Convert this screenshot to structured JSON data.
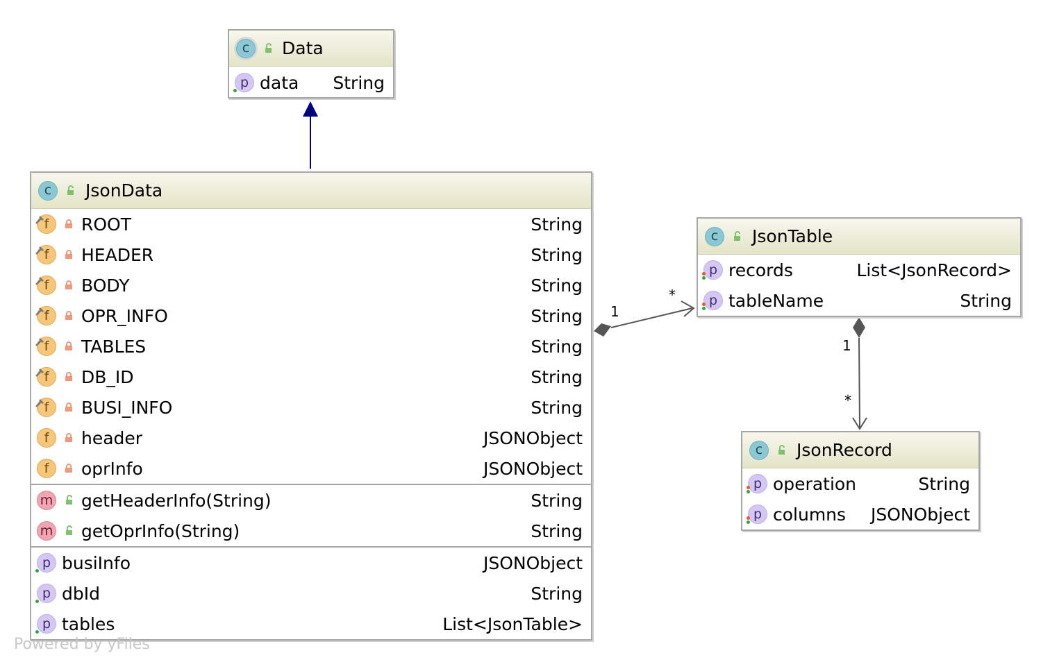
{
  "classes": {
    "data": {
      "name": "Data",
      "properties": [
        {
          "name": "data",
          "type": "String"
        }
      ]
    },
    "json_data": {
      "name": "JsonData",
      "fields": [
        {
          "name": "ROOT",
          "type": "String"
        },
        {
          "name": "HEADER",
          "type": "String"
        },
        {
          "name": "BODY",
          "type": "String"
        },
        {
          "name": "OPR_INFO",
          "type": "String"
        },
        {
          "name": "TABLES",
          "type": "String"
        },
        {
          "name": "DB_ID",
          "type": "String"
        },
        {
          "name": "BUSI_INFO",
          "type": "String"
        },
        {
          "name": "header",
          "type": "JSONObject"
        },
        {
          "name": "oprInfo",
          "type": "JSONObject"
        }
      ],
      "methods": [
        {
          "name": "getHeaderInfo(String)",
          "type": "String"
        },
        {
          "name": "getOprInfo(String)",
          "type": "String"
        }
      ],
      "properties": [
        {
          "name": "busiInfo",
          "type": "JSONObject"
        },
        {
          "name": "dbId",
          "type": "String"
        },
        {
          "name": "tables",
          "type": "List<JsonTable>"
        }
      ]
    },
    "json_table": {
      "name": "JsonTable",
      "properties": [
        {
          "name": "records",
          "type": "List<JsonRecord>"
        },
        {
          "name": "tableName",
          "type": "String"
        }
      ]
    },
    "json_record": {
      "name": "JsonRecord",
      "properties": [
        {
          "name": "operation",
          "type": "String"
        },
        {
          "name": "columns",
          "type": "JSONObject"
        }
      ]
    }
  },
  "icons": {
    "class": "c",
    "field": "f",
    "method": "m",
    "property": "p"
  },
  "edges": {
    "jsondata_jsontable": {
      "source_mult": "1",
      "target_mult": "*"
    },
    "jsontable_jsonrecord": {
      "source_mult": "1",
      "target_mult": "*"
    }
  },
  "colors": {
    "inheritance_arrow": "#000080",
    "association": "#555555",
    "header_gradient_top": "#f7f7ee",
    "header_gradient_bottom": "#e4e4c7"
  },
  "watermark": "Powered by yFiles"
}
